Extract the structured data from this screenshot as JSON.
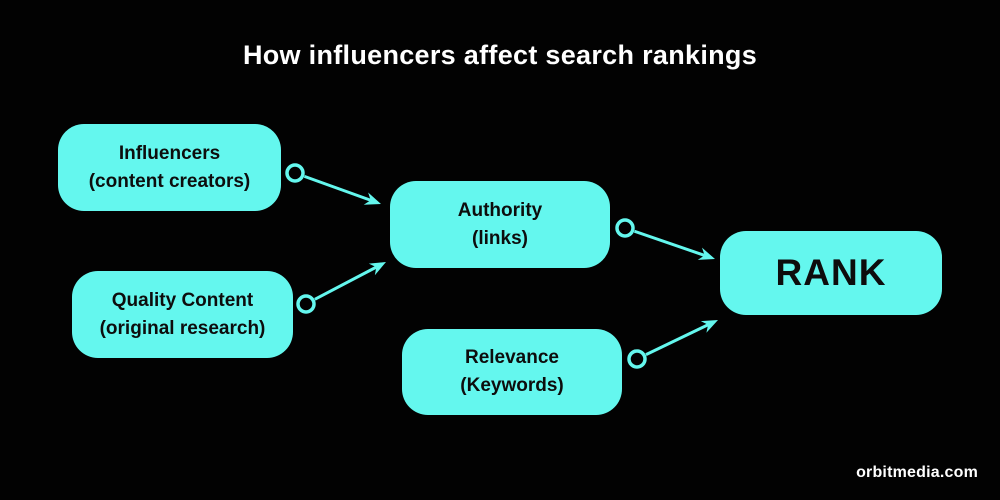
{
  "title": "How influencers affect search rankings",
  "nodes": {
    "influencers": {
      "line1": "Influencers",
      "line2": "(content creators)"
    },
    "quality": {
      "line1": "Quality Content",
      "line2": "(original research)"
    },
    "authority": {
      "line1": "Authority",
      "line2": "(links)"
    },
    "relevance": {
      "line1": "Relevance",
      "line2": "(Keywords)"
    },
    "rank": {
      "label": "RANK"
    }
  },
  "edges": [
    {
      "from": "influencers",
      "to": "authority"
    },
    {
      "from": "quality",
      "to": "authority"
    },
    {
      "from": "authority",
      "to": "rank"
    },
    {
      "from": "relevance",
      "to": "rank"
    }
  ],
  "footer": {
    "site": "orbitmedia.com"
  },
  "colors": {
    "background": "#020202",
    "node_fill": "#64F7EE",
    "node_text": "#0d0d0d",
    "title_text": "#ffffff",
    "connector": "#64F7EE"
  }
}
